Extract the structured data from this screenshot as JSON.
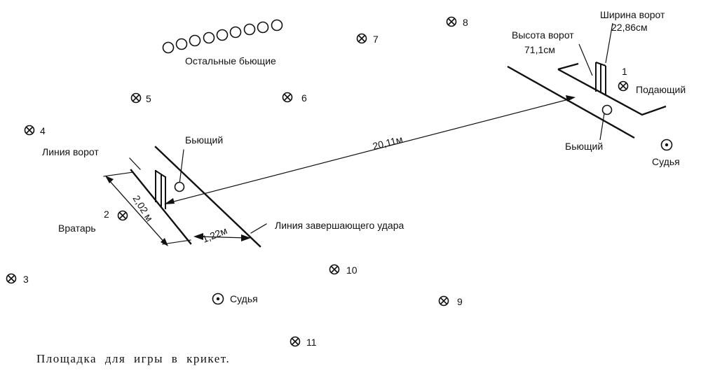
{
  "caption": "Площадка для игры в крикет.",
  "labels": {
    "other_batsmen": "Остальные бьющие",
    "goal_width_title": "Ширина ворот",
    "goal_width_value": "22,86см",
    "goal_height_title": "Высота ворот",
    "goal_height_value": "71,1см",
    "bowler": "Подающий",
    "batsman_near": "Бьющий",
    "batsman_far": "Бьющий",
    "goal_line": "Линия ворот",
    "keeper": "Вратарь",
    "finish_line": "Линия завершающего удара",
    "umpire_right": "Судья",
    "umpire_bottom": "Судья",
    "pitch_length": "20,11м",
    "crease_width": "2,02 м",
    "crease_gap": "1,22м"
  },
  "fielders": [
    "1",
    "2",
    "3",
    "4",
    "5",
    "6",
    "7",
    "8",
    "9",
    "10",
    "11"
  ]
}
